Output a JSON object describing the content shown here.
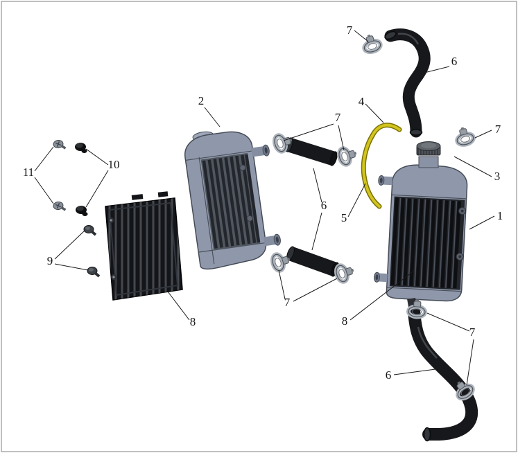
{
  "callouts": {
    "n1": "1",
    "n2": "2",
    "n3": "3",
    "n4": "4",
    "n5": "5",
    "n6a": "6",
    "n6b": "6",
    "n6c": "6",
    "n7a": "7",
    "n7b": "7",
    "n7c": "7",
    "n7d": "7",
    "n7e": "7",
    "n8a": "8",
    "n8b": "8",
    "n9": "9",
    "n10": "10",
    "n11": "11"
  },
  "colors": {
    "radiator_gray": "#8f98ab",
    "guard_black": "#141518",
    "hose_black": "#17181b",
    "overflow_yellow": "#d2c41e",
    "clamp_silver": "#aeb4bc",
    "leader_line": "#1a1a1a",
    "background": "#ffffff"
  }
}
